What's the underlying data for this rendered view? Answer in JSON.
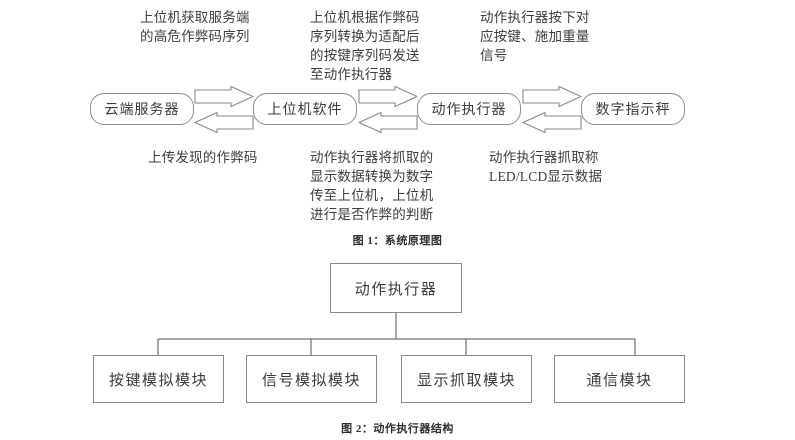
{
  "figure1": {
    "caption": "图 1：系统原理图",
    "nodes": [
      {
        "id": "cloud-server",
        "label": "云端服务器"
      },
      {
        "id": "host-software",
        "label": "上位机软件"
      },
      {
        "id": "action-executor",
        "label": "动作执行器"
      },
      {
        "id": "digital-indicator-scale",
        "label": "数字指示秤"
      }
    ],
    "top_notes": [
      {
        "id": "note-fetch-cheat-codes",
        "text": "上位机获取服务端\n的高危作弊码序列"
      },
      {
        "id": "note-convert-key-sequence",
        "text": "上位机根据作弊码\n序列转换为适配后\n的按键序列码发送\n至动作执行器"
      },
      {
        "id": "note-press-keys-apply-weight",
        "text": "动作执行器按下对\n应按键、施加重量\n信号"
      }
    ],
    "bottom_notes": [
      {
        "id": "note-upload-found-codes",
        "text": "上传发现的作弊码"
      },
      {
        "id": "note-convert-display-to-digits",
        "text": "动作执行器将抓取的\n显示数据转换为数字\n传至上位机，上位机\n进行是否作弊的判断"
      },
      {
        "id": "note-capture-led-lcd",
        "text": "动作执行器抓取称\nLED/LCD显示数据"
      }
    ],
    "arrows": [
      {
        "id": "arrow-pair-cloud-host",
        "forward": "right",
        "backward": "left"
      },
      {
        "id": "arrow-pair-host-executor",
        "forward": "right",
        "backward": "left"
      },
      {
        "id": "arrow-pair-executor-scale",
        "forward": "right",
        "backward": "left"
      }
    ]
  },
  "figure2": {
    "caption": "图 2：动作执行器结构",
    "root": {
      "id": "action-executor-root",
      "label": "动作执行器"
    },
    "children": [
      {
        "id": "key-simulation-module",
        "label": "按键模拟模块"
      },
      {
        "id": "signal-simulation-module",
        "label": "信号模拟模块"
      },
      {
        "id": "display-capture-module",
        "label": "显示抓取模块"
      },
      {
        "id": "communication-module",
        "label": "通信模块"
      }
    ]
  },
  "colors": {
    "stroke": "#8a8a8a",
    "text": "#3b3b3b",
    "background": "#ffffff"
  }
}
